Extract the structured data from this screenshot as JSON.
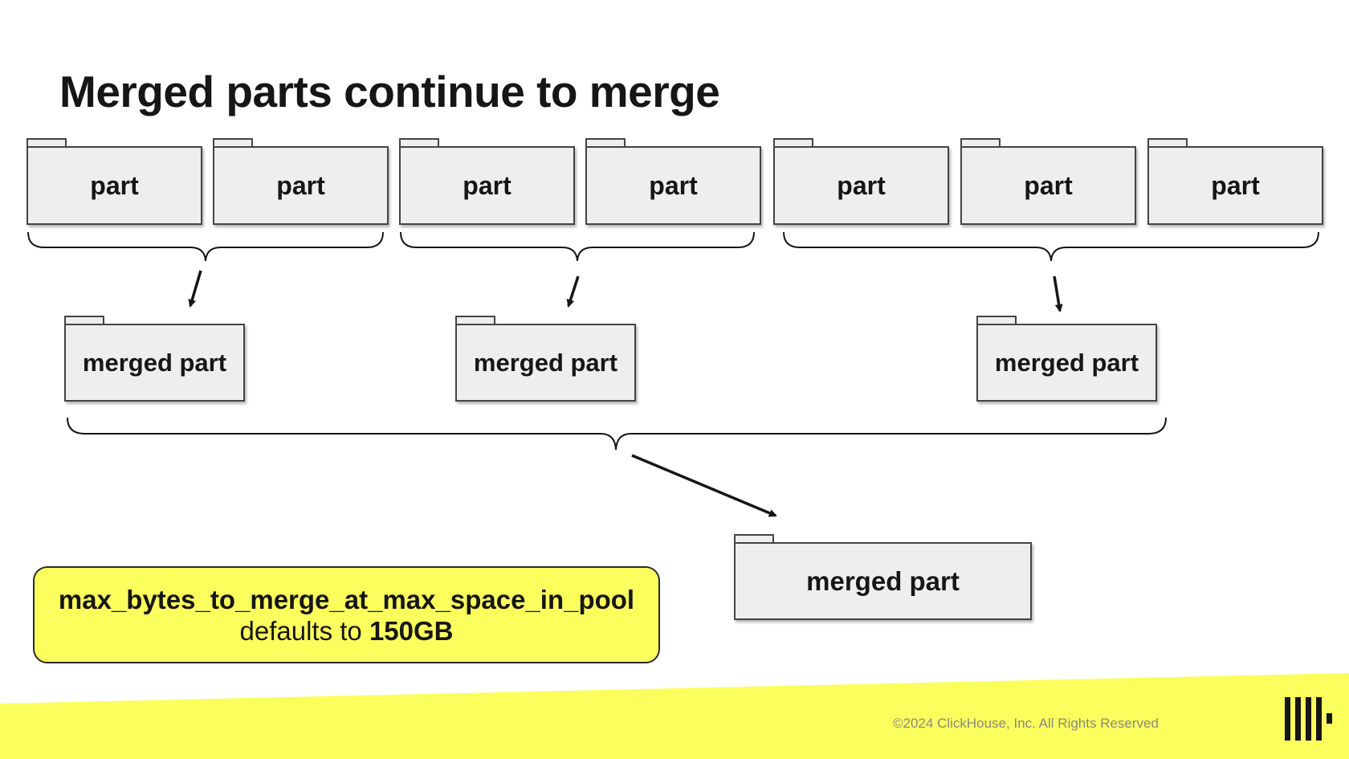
{
  "title": "Merged parts continue to merge",
  "parts": [
    {
      "label": "part"
    },
    {
      "label": "part"
    },
    {
      "label": "part"
    },
    {
      "label": "part"
    },
    {
      "label": "part"
    },
    {
      "label": "part"
    },
    {
      "label": "part"
    }
  ],
  "merged_parts": [
    {
      "label": "merged part"
    },
    {
      "label": "merged part"
    },
    {
      "label": "merged part"
    }
  ],
  "final_part": {
    "label": "merged part"
  },
  "note": {
    "setting": "max_bytes_to_merge_at_max_space_in_pool",
    "prefix": "defaults to ",
    "value": "150GB"
  },
  "footer": {
    "copyright": "©2024 ClickHouse, Inc. All Rights Reserved"
  },
  "colors": {
    "accent_yellow": "#fbff5e",
    "folder_fill": "#eeeeee",
    "text": "#161616"
  },
  "icons": [
    "clickhouse-logo"
  ]
}
